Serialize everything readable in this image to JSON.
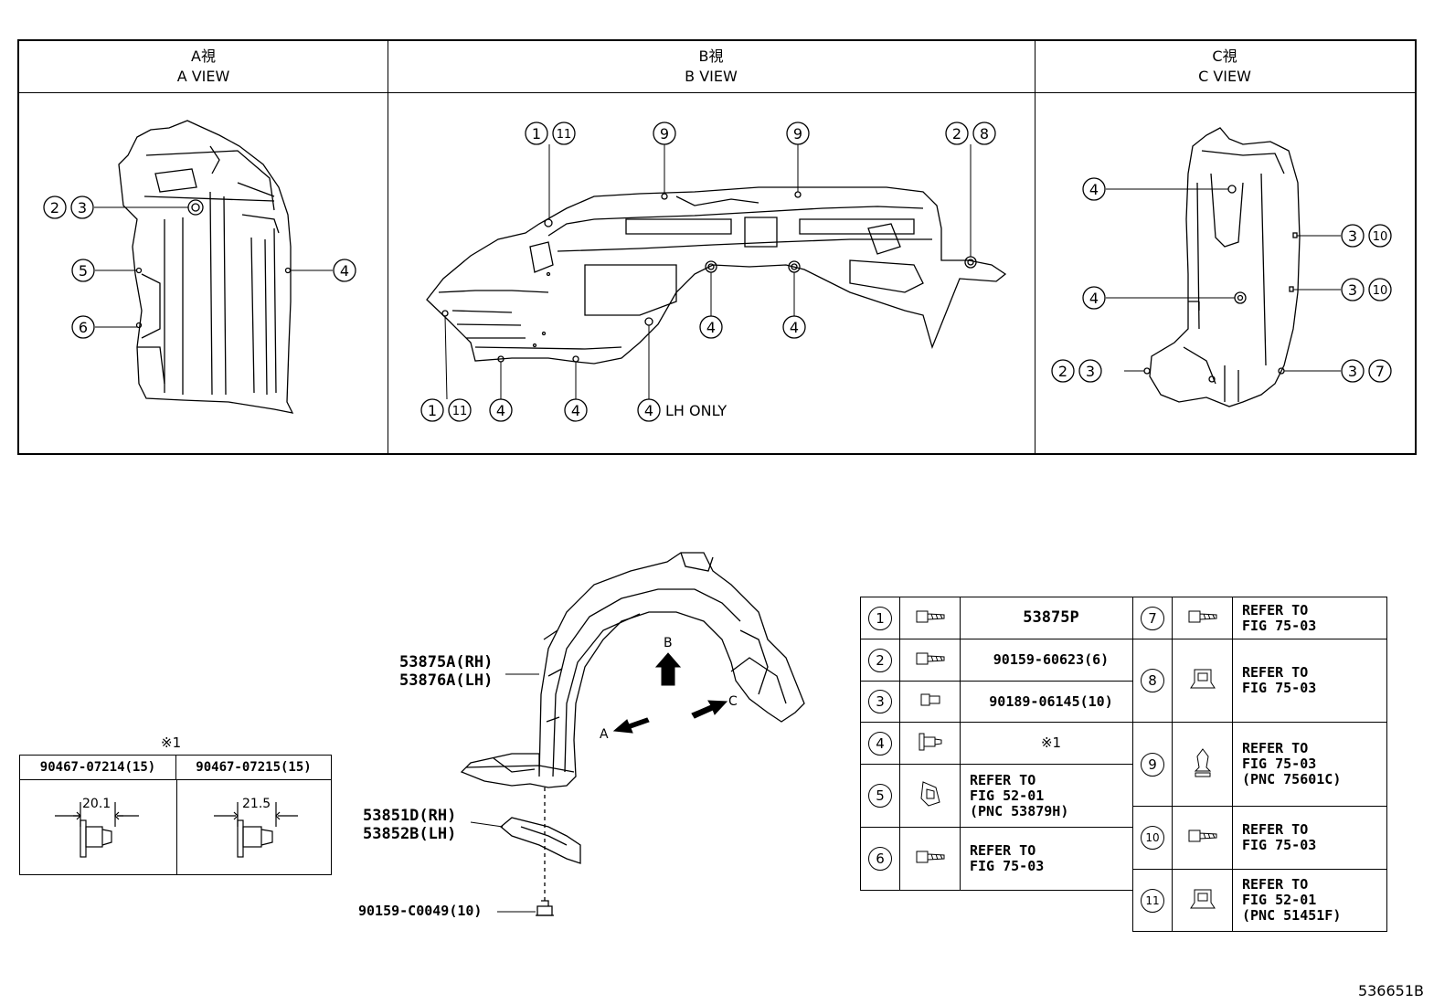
{
  "views": {
    "a": {
      "title_jp": "A視",
      "title_en": "A VIEW"
    },
    "b": {
      "title_jp": "B視",
      "title_en": "B VIEW"
    },
    "c": {
      "title_jp": "C視",
      "title_en": "C VIEW"
    }
  },
  "callouts": {
    "c1": "1",
    "c2": "2",
    "c3": "3",
    "c4": "4",
    "c5": "5",
    "c6": "6",
    "c7": "7",
    "c8": "8",
    "c9": "9",
    "c10": "10",
    "c11": "11"
  },
  "lh_only": "LH ONLY",
  "main_parts": {
    "liner_rh": "53875A(RH)",
    "liner_lh": "53876A(LH)",
    "seal_rh": "53851D(RH)",
    "seal_lh": "53852B(LH)",
    "screw": "90159-C0049(10)",
    "arrow_a": "A",
    "arrow_b": "B",
    "arrow_c": "C"
  },
  "clip_table": {
    "note": "※1",
    "col1": "90467-07214(15)",
    "col2": "90467-07215(15)",
    "dim1": "20.1",
    "dim2": "21.5"
  },
  "parts_table": {
    "rows": [
      {
        "n": "1",
        "icon": "screw-icon",
        "text": "53875P"
      },
      {
        "n": "2",
        "icon": "screw-icon",
        "text": "90159-60623(6)"
      },
      {
        "n": "3",
        "icon": "nut-icon",
        "text": "90189-06145(10)"
      },
      {
        "n": "4",
        "icon": "clip-icon",
        "text": "※1"
      },
      {
        "n": "5",
        "icon": "nut-clip-icon",
        "l1": "REFER TO",
        "l2": "FIG 52-01",
        "l3": "(PNC 53879H)"
      },
      {
        "n": "6",
        "icon": "screw-icon",
        "l1": "REFER TO",
        "l2": "FIG 75-03"
      },
      {
        "n": "7",
        "icon": "screw-icon",
        "l1": "REFER TO",
        "l2": "FIG 75-03"
      },
      {
        "n": "8",
        "icon": "u-nut-icon",
        "l1": "REFER TO",
        "l2": "FIG 75-03"
      },
      {
        "n": "9",
        "icon": "push-clip-icon",
        "l1": "REFER TO",
        "l2": "FIG 75-03",
        "l3": "(PNC 75601C)"
      },
      {
        "n": "10",
        "icon": "screw-icon",
        "l1": "REFER TO",
        "l2": "FIG 75-03"
      },
      {
        "n": "11",
        "icon": "u-nut-icon",
        "l1": "REFER TO",
        "l2": "FIG 52-01",
        "l3": "(PNC 51451F)"
      }
    ]
  },
  "figure_id": "536651B"
}
